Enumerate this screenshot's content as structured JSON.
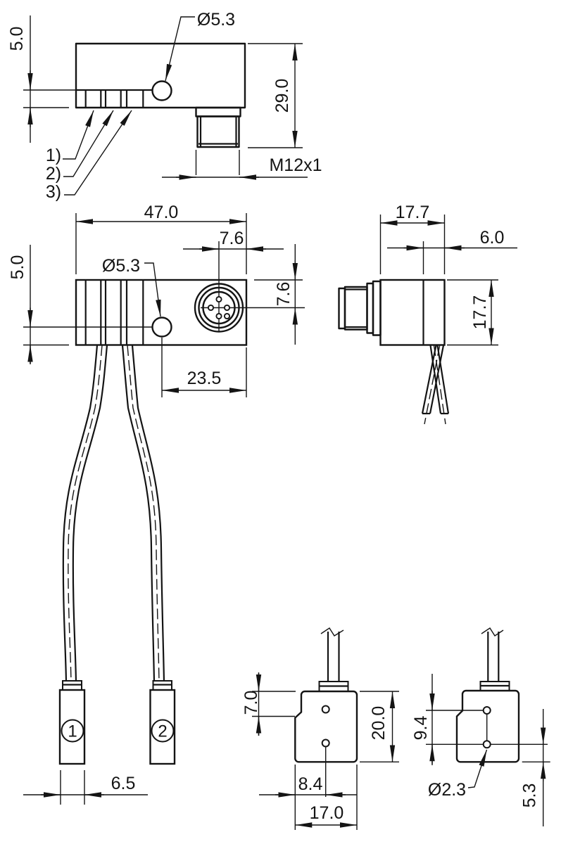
{
  "drawing": {
    "background": "#ffffff",
    "line_color": "#141414",
    "views": {
      "top": {
        "dim_groove_depth": "5.0",
        "hole_dia": "Ø5.3",
        "dim_total_height": "29.0",
        "thread": "M12x1",
        "callouts": [
          "1)",
          "2)",
          "3)"
        ]
      },
      "front": {
        "dim_width": "47.0",
        "dim_conn_offset_x": "7.6",
        "dim_conn_offset_y": "7.6",
        "hole_dia": "Ø5.3",
        "dim_groove_depth": "5.0",
        "dim_hole_offset": "23.5",
        "fiber_labels": [
          "1",
          "2"
        ],
        "dim_tip_width": "6.5"
      },
      "side": {
        "dim_depth": "17.7",
        "dim_offset": "6.0",
        "dim_height": "17.7"
      },
      "tip_front": {
        "dim_notch": "7.0",
        "dim_height": "20.0",
        "dim_hole_x": "8.4",
        "dim_width": "17.0"
      },
      "tip_side": {
        "dim_hole_spacing": "9.4",
        "hole_dia": "Ø2.3",
        "dim_bottom": "5.3"
      }
    }
  }
}
